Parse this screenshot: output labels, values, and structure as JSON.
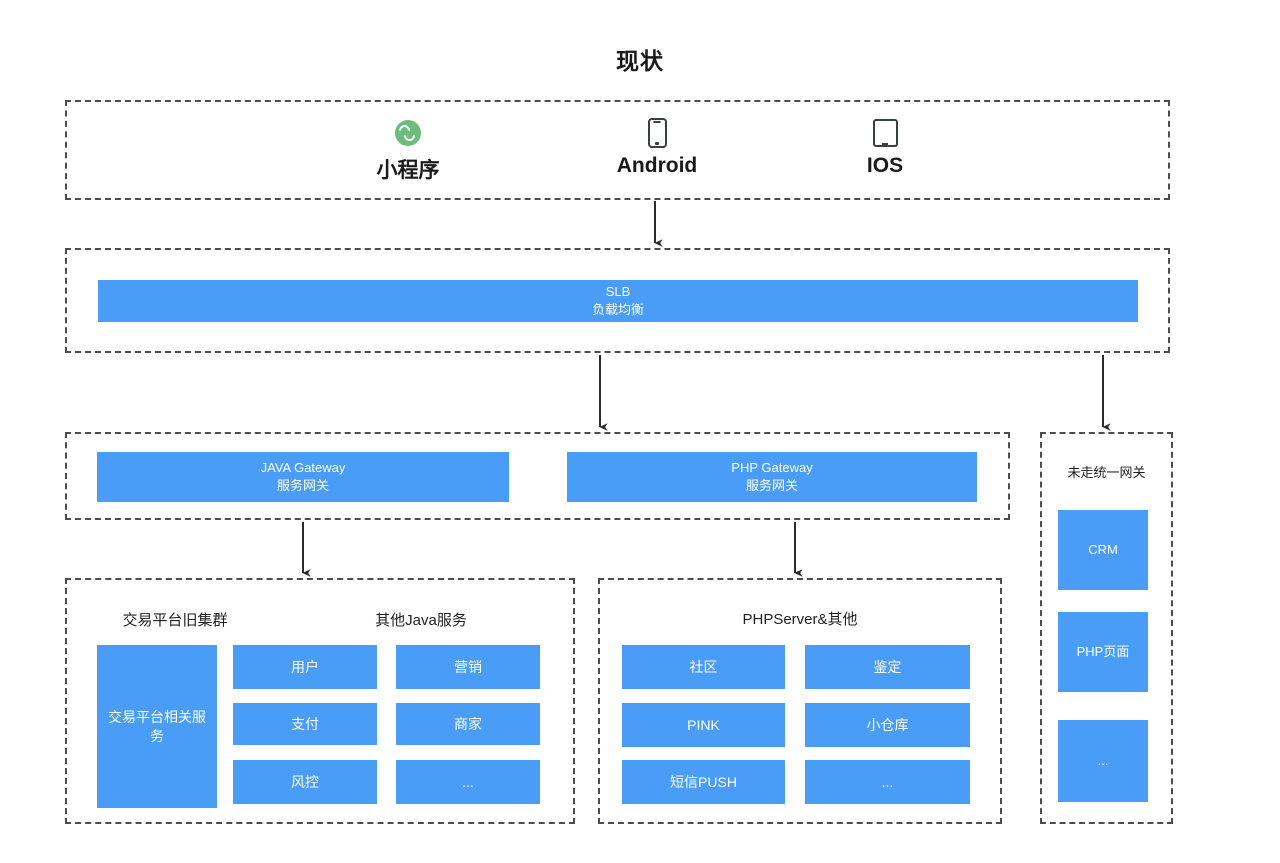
{
  "page": {
    "title": "现状",
    "accent_blue": "#4a9df6",
    "dashed_border": "#4d4d4d",
    "wechat_green": "#6cbd7d",
    "device_icon_color": "#3a3f47",
    "background": "#ffffff"
  },
  "client_layer": {
    "items": [
      {
        "label": "小程序",
        "icon": "wechat-mini-program-icon"
      },
      {
        "label": "Android",
        "icon": "android-phone-icon"
      },
      {
        "label": "IOS",
        "icon": "ios-tablet-icon"
      }
    ]
  },
  "slb_layer": {
    "box": {
      "line1": "SLB",
      "line2": "负载均衡"
    }
  },
  "gateway_layer": {
    "java_gateway": {
      "line1": "JAVA Gateway",
      "line2": "服务网关"
    },
    "php_gateway": {
      "line1": "PHP Gateway",
      "line2": "服务网关"
    }
  },
  "non_unified_gateway": {
    "label": "未走统一网关",
    "items": [
      {
        "label": "CRM"
      },
      {
        "label": "PHP页面"
      },
      {
        "label": "..."
      }
    ]
  },
  "java_services": {
    "group_label_old_cluster": "交易平台旧集群",
    "group_label_other": "其他Java服务",
    "old_cluster_box": "交易平台相关服务",
    "items": [
      {
        "label": "用户"
      },
      {
        "label": "营销"
      },
      {
        "label": "支付"
      },
      {
        "label": "商家"
      },
      {
        "label": "风控"
      },
      {
        "label": "..."
      }
    ]
  },
  "php_services": {
    "group_label": "PHPServer&其他",
    "items": [
      {
        "label": "社区"
      },
      {
        "label": "鉴定"
      },
      {
        "label": "PINK"
      },
      {
        "label": "小仓库"
      },
      {
        "label": "短信PUSH"
      },
      {
        "label": "..."
      }
    ]
  }
}
